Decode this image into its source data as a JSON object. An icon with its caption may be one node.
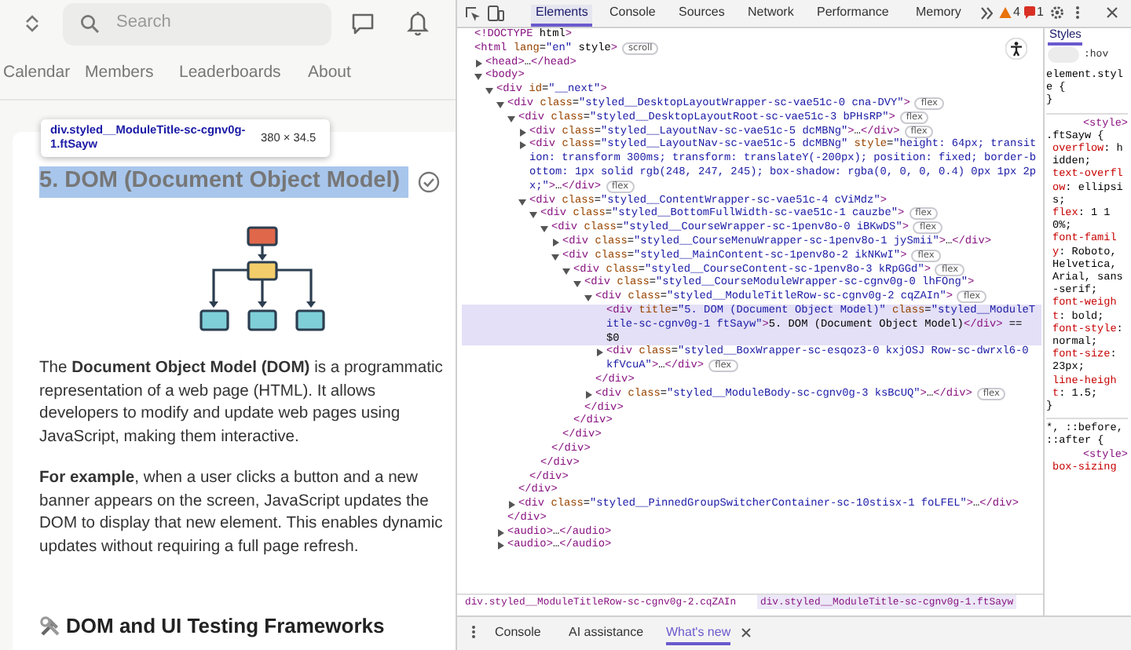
{
  "diagram": {
    "labels": [
      "Search",
      "Calendar",
      "Members",
      "Leaderboards",
      "About",
      "div.styled__ModuleTitle-sc-cgnv0g-1.ftSayw",
      "380 × 34.5",
      "5. DOM (Document Object Model)",
      "The **Document Object Model (DOM)** is a programmatic representation of a web page (HTML). It allows developers to modify and update web pages using JavaScript, making them interactive.",
      "**For example**, when a user clicks a button and a new banner appears on the screen, JavaScript updates the DOM to display that new element. This enables dynamic updates without requiring a full page refresh.",
      "DOM and UI Testing Frameworks",
      "Elements",
      "Console",
      "Sources",
      "Network",
      "Performance",
      "Memory",
      "4",
      "1",
      "<!DOCTYPE html>",
      "<html lang=\"en\" style>",
      "scroll",
      "<head>…</head>",
      "<body>",
      "<div id=\"__next\">",
      "<div class=\"styled__DesktopLayoutWrapper-sc-vae51c-0 cna-DVY\">",
      "flex",
      "<div class=\"styled__DesktopLayoutRoot-sc-vae51c-3 bPHsRP\">",
      "flex",
      "<div class=\"styled__LayoutNav-sc-vae51c-5 dcMBNg\">…</div>",
      "flex",
      "<div class=\"styled__LayoutNav-sc-vae51c-5 dcMBNg\" style=\"height: 64px; transition: transform 300ms; transform: translateY(-200px); position: fixed; border-bottom: 1px solid rgb(248, 247, 245); box-shadow: rgba(0, 0, 0, 0.4) 0px 1px 2px;\">…</div>",
      "flex",
      "<div class=\"styled__ContentWrapper-sc-vae51c-4 cViMdz\">",
      "<div class=\"styled__BottomFullWidth-sc-vae51c-1 cauzbe\">",
      "flex",
      "<div class=\"styled__CourseWrapper-sc-1penv8o-0 iBKwDS\">",
      "flex",
      "<div class=\"styled__CourseMenuWrapper-sc-1penv8o-1 jySmii\">…</div>",
      "<div class=\"styled__MainContent-sc-1penv8o-2 ikNKwI\">",
      "flex",
      "<div class=\"styled__CourseContent-sc-1penv8o-3 kRpGGd\">",
      "flex",
      "<div class=\"styled__CourseModuleWrapper-sc-cgnv0g-0 lhFOng\">",
      "<div class=\"styled__ModuleTitleRow-sc-cgnv0g-2 cqZAIn\">",
      "flex",
      "<div title=\"5. DOM (Document Object Model)\" class=\"styled__ModuleTitle-sc-cgnv0g-1 ftSayw\">5. DOM (Document Object Model)</div> == $0",
      "<div class=\"styled__BoxWrapper-sc-esqoz3-0 kxjOSJ Row-sc-dwrxl6-0 kfVcuA\">…</div>",
      "flex",
      "</div>",
      "<div class=\"styled__ModuleBody-sc-cgnv0g-3 ksBcUQ\">…</div>",
      "flex",
      "</div>",
      "</div>",
      "</div>",
      "</div>",
      "</div>",
      "</div>",
      "</div>",
      "<div class=\"styled__PinnedGroupSwitcherContainer-sc-10stisx-1 foLFEL\">…</div>",
      "</div>",
      "<audio>…</audio>",
      "<audio>…</audio>",
      "div.styled__ModuleTitleRow-sc-cgnv0g-2.cqZAIn",
      "div.styled__ModuleTitle-sc-cgnv0g-1.ftSayw",
      "Console",
      "AI assistance",
      "What's new",
      "Styles",
      ":hov",
      "element.style {",
      "}",
      "<style>",
      ".ftSayw {",
      "overflow: hidden;",
      "text-overflow: ellipsis;",
      "flex: 1 1 0%;",
      "font-family: Roboto, Helvetica, Arial, sans-serif;",
      "font-weight: bold;",
      "font-style: normal;",
      "font-size: 23px;",
      "line-height: 1.5;",
      "}",
      "*, ::before, ::after {",
      "<style>",
      "box-sizing"
    ]
  }
}
